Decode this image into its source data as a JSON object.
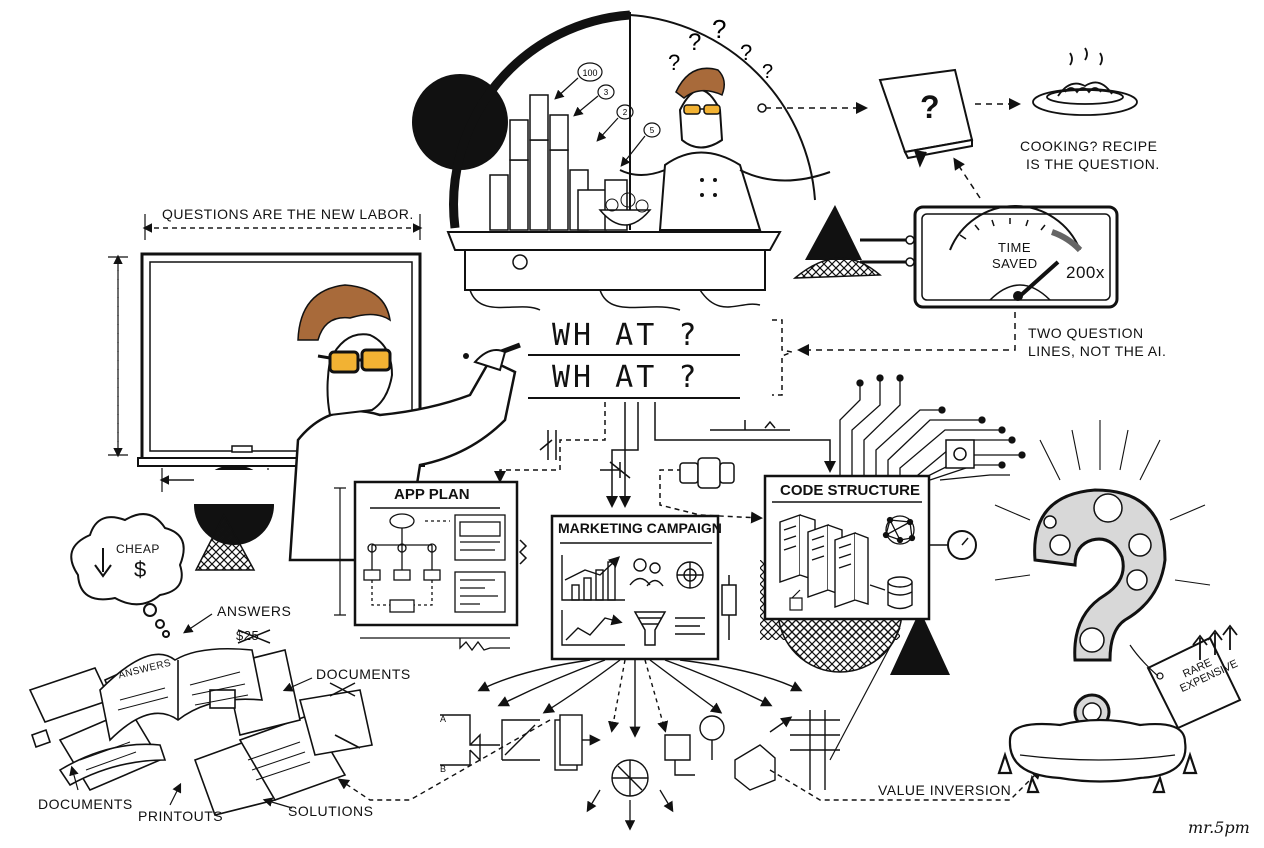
{
  "headline": "QUESTIONS ARE THE NEW LABOR.",
  "what_lines": [
    "WH AT ?",
    "WH AT ?"
  ],
  "cooking_note": [
    "COOKING? RECIPE",
    "IS THE QUESTION."
  ],
  "gauge": {
    "label_line1": "TIME",
    "label_line2": "SAVED",
    "value": "200x"
  },
  "two_lines_note": [
    "TWO QUESTION",
    "LINES, NOT THE AI."
  ],
  "boxes": {
    "app_plan": "APP PLAN",
    "marketing": "MARKETING CAMPAIGN",
    "code": "CODE STRUCTURE"
  },
  "cloud_text": "CHEAP",
  "cloud_symbol": "$",
  "pile_labels": {
    "answers": "ANSWERS",
    "price": "$25",
    "documents_right": "DOCUMENTS",
    "documents_left": "DOCUMENTS",
    "printouts": "PRINTOUTS",
    "solutions": "SOLUTIONS",
    "book_title": "ANSWERS"
  },
  "value_inversion": "VALUE INVERSION",
  "price_tag": [
    "RARE",
    "EXPENSIVE"
  ],
  "can_labels": [
    "100",
    "3",
    "2",
    "5"
  ],
  "icons": [
    "question-mark-icon",
    "book-icon",
    "spaghetti-plate-icon",
    "gauge-icon",
    "whiteboard-icon",
    "server-icon",
    "database-icon",
    "funnel-icon",
    "bar-chart-icon",
    "gem-question-mark-icon",
    "pillow-icon",
    "thought-cloud-icon",
    "dollar-icon"
  ],
  "signature": "mr.5pm"
}
